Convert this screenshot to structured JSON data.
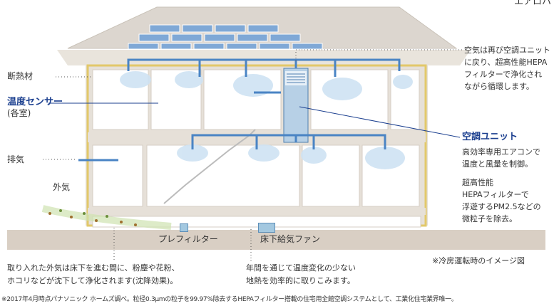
{
  "header_right": "エアロハ",
  "labels": {
    "insulation": "断熱材",
    "temp_sensor": "温度センサー",
    "temp_sensor_sub": "(各室)",
    "exhaust": "排気",
    "outside_air": "外気",
    "prefilter": "プレフィルター",
    "floor_fan": "床下給気ファン"
  },
  "right_text": {
    "recirc": [
      "空気は再び空調ユニット",
      "に戻り、超高性能HEPA",
      "フィルターで浄化され",
      "ながら循環します。"
    ],
    "unit_title": "空調ユニット",
    "unit_desc": [
      "高効率専用エアコンで",
      "温度と風量を制御。"
    ],
    "hepa_desc": [
      "超高性能",
      "HEPAフィルターで",
      "浮遊するPM2.5などの",
      "微粒子を除去。"
    ]
  },
  "cooling_note": "※冷房運転時のイメージ図",
  "bottom_left": [
    "取り入れた外気は床下を進む間に、粉塵や花粉、",
    "ホコリなどが沈下して浄化されます(沈降効果)。"
  ],
  "bottom_mid": [
    "年間を通じて温度変化の少ない",
    "地熱を効率的に取りこみます。"
  ],
  "footnote": "※2017年4月時点パナソニック ホームズ調べ。粒径0.3μmの粒子を99.97%除去するHEPAフィルター搭載の住宅用全館空調システムとして、工業化住宅業界唯一。",
  "colors": {
    "accent": "#1b3f8f",
    "airflow": "#4a84c4",
    "wall": "#e6e0d8",
    "insulation": "#e2c86a",
    "ground": "#d9cfc4"
  }
}
